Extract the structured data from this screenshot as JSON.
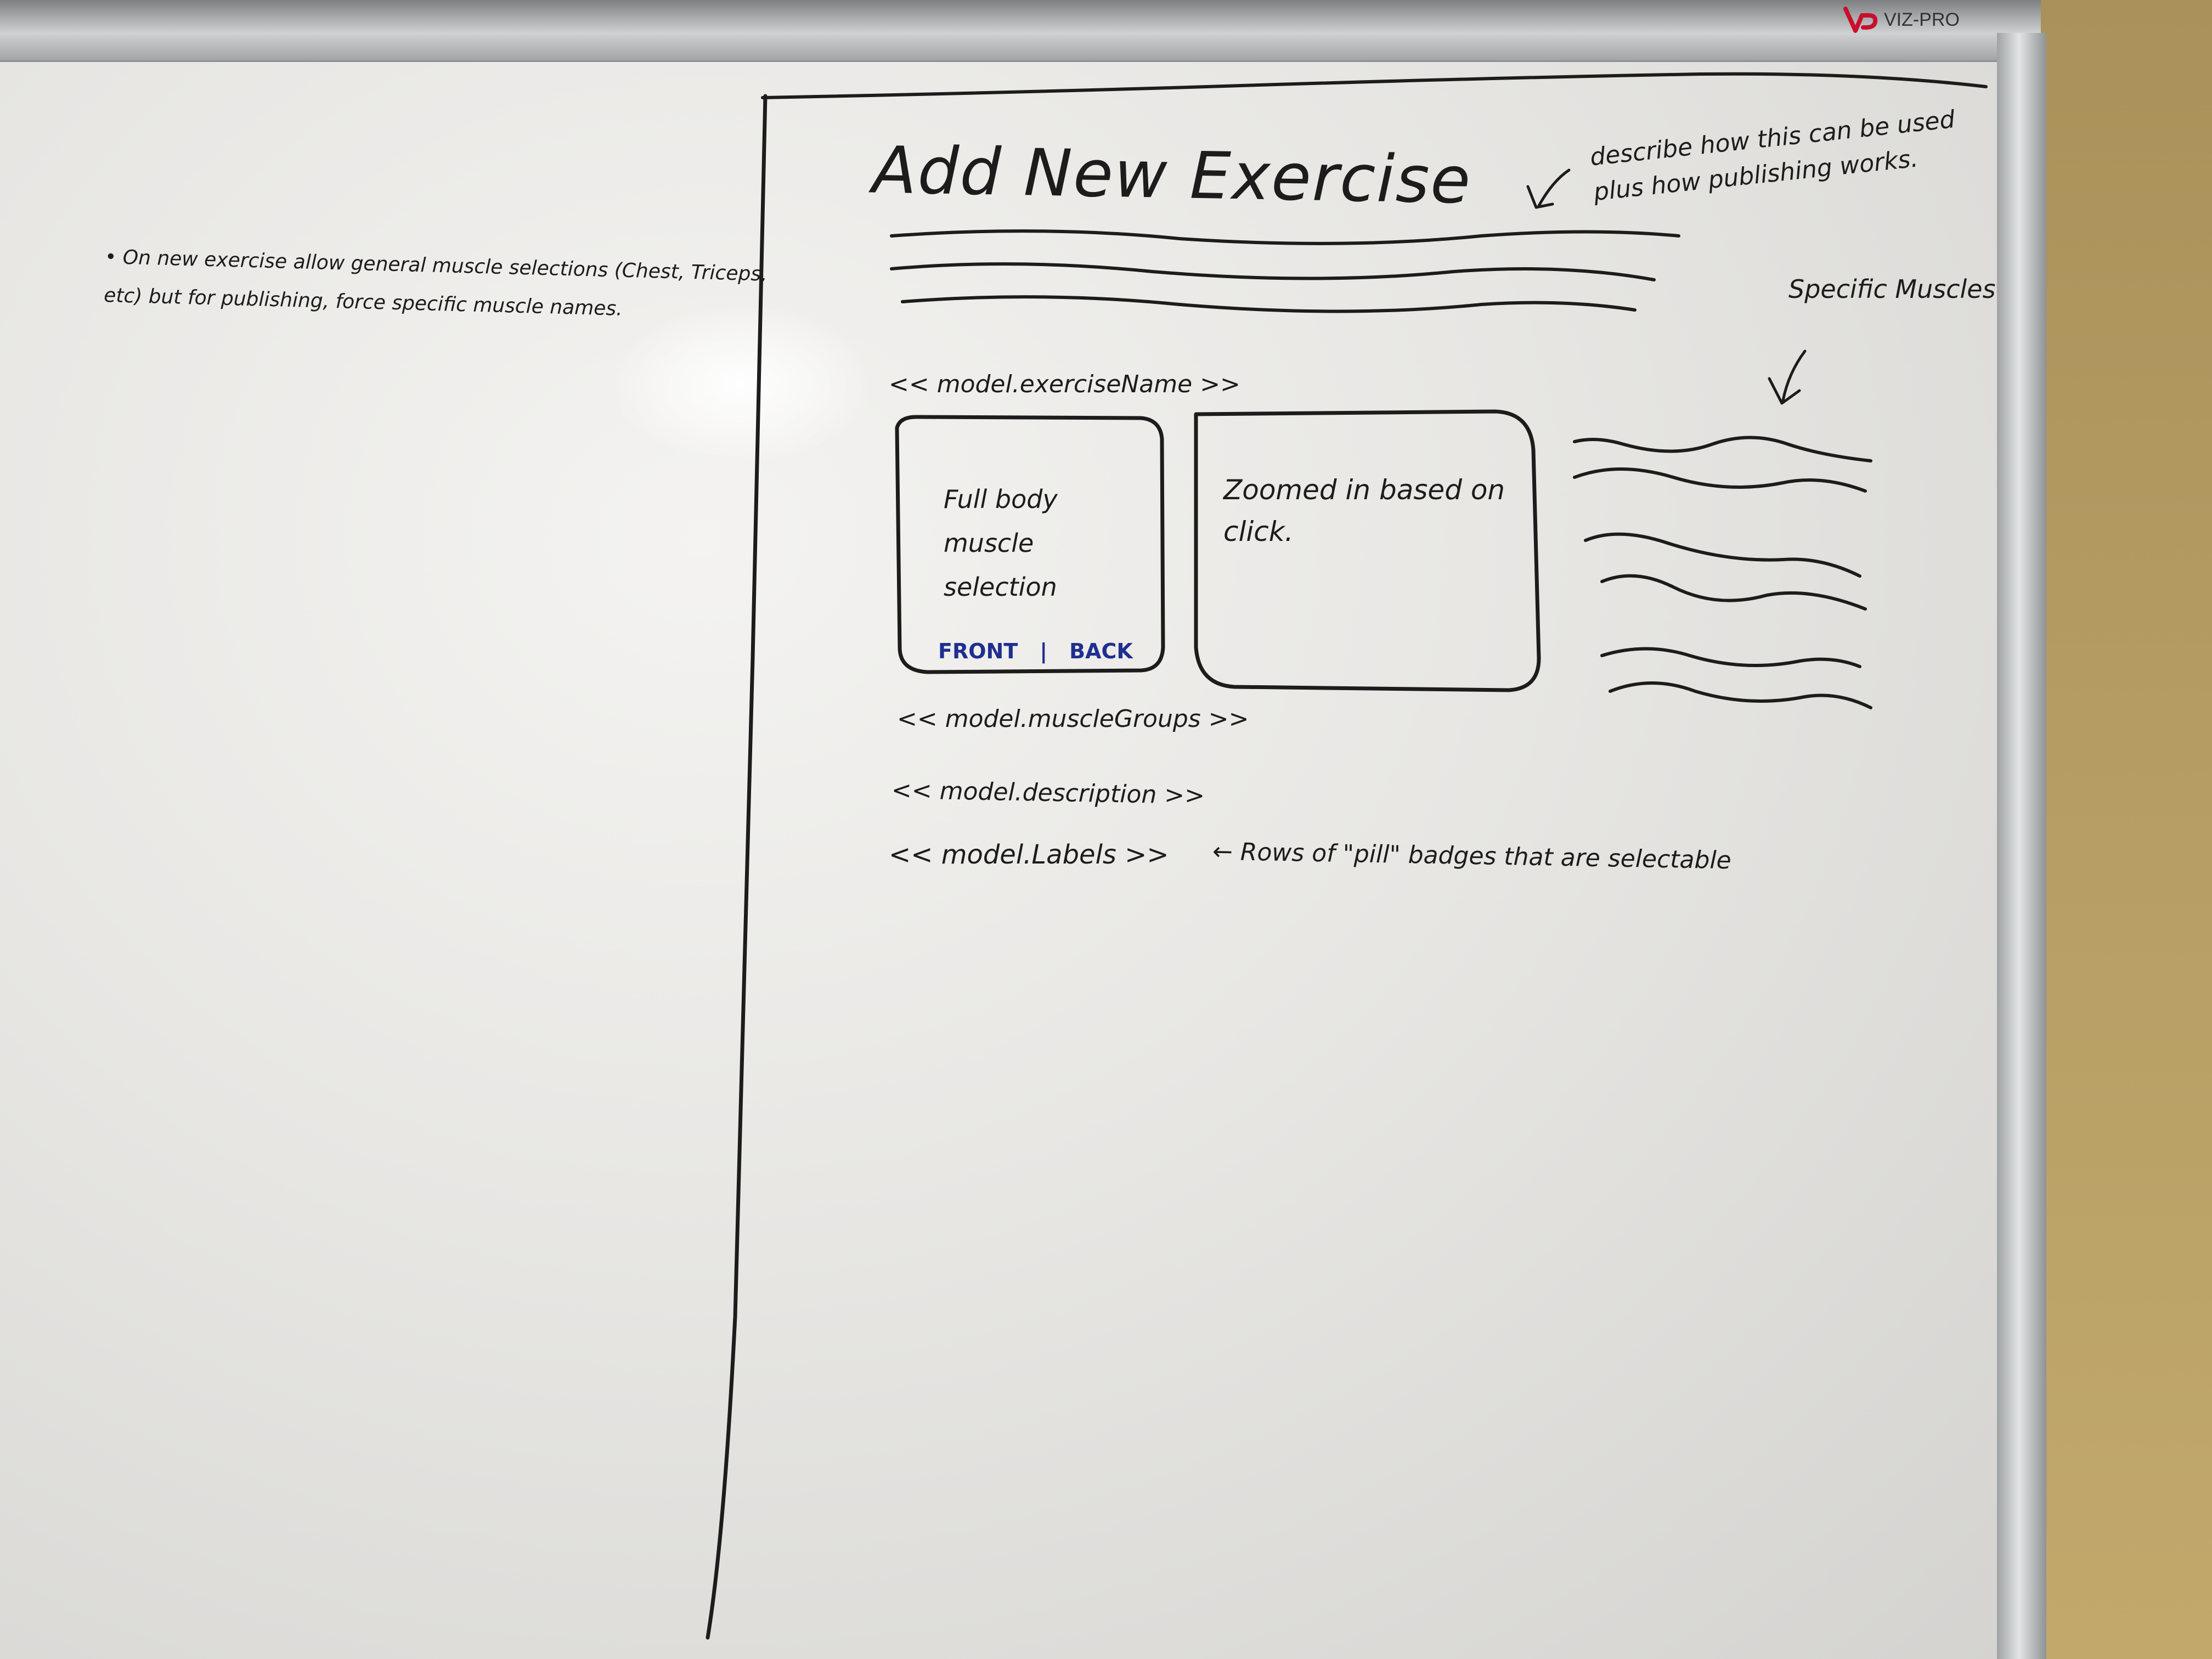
{
  "brand": {
    "name": "VIZ-PRO",
    "accent_color": "#c8102e"
  },
  "left_note": {
    "text": "• On new exercise allow general muscle selections (Chest, Triceps, etc) but for publishing, force specific muscle names."
  },
  "sketch": {
    "title": "Add New Exercise",
    "top_note": "describe how this can be used plus how publishing works.",
    "specific_muscles_label": "Specific Muscles",
    "exercise_name_binding": "<< model.exerciseName >>",
    "full_body_box": {
      "text": "Full body muscle selection",
      "front_label": "FRONT",
      "divider": "|",
      "back_label": "BACK"
    },
    "zoom_box": {
      "text": "Zoomed in based on click."
    },
    "muscle_groups_binding": "<< model.muscleGroups >>",
    "description_binding": "<< model.description >>",
    "labels_binding": "<< model.Labels >>",
    "labels_note": "← Rows of \"pill\" badges that are selectable"
  },
  "colors": {
    "marker_black": "#1c1c1c",
    "marker_blue": "#1f2f8f"
  }
}
